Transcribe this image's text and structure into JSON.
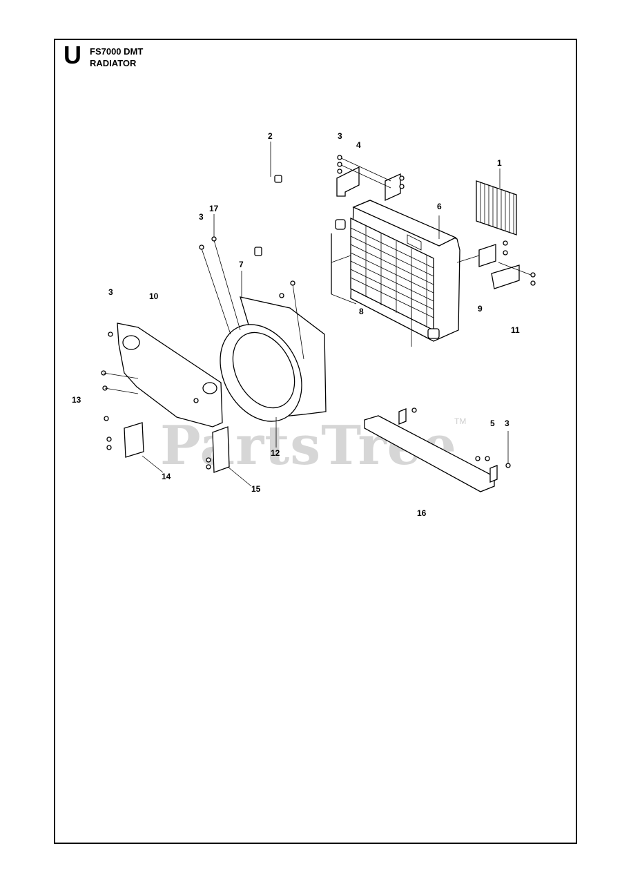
{
  "header": {
    "section_letter": "U",
    "model": "FS7000 DMT",
    "title": "RADIATOR"
  },
  "watermark": {
    "text": "PartsTree",
    "trademark": "TM"
  },
  "callouts": [
    "1",
    "2",
    "3",
    "4",
    "3",
    "17",
    "6",
    "7",
    "3",
    "10",
    "8",
    "9",
    "11",
    "13",
    "12",
    "5",
    "3",
    "14",
    "15",
    "16"
  ]
}
